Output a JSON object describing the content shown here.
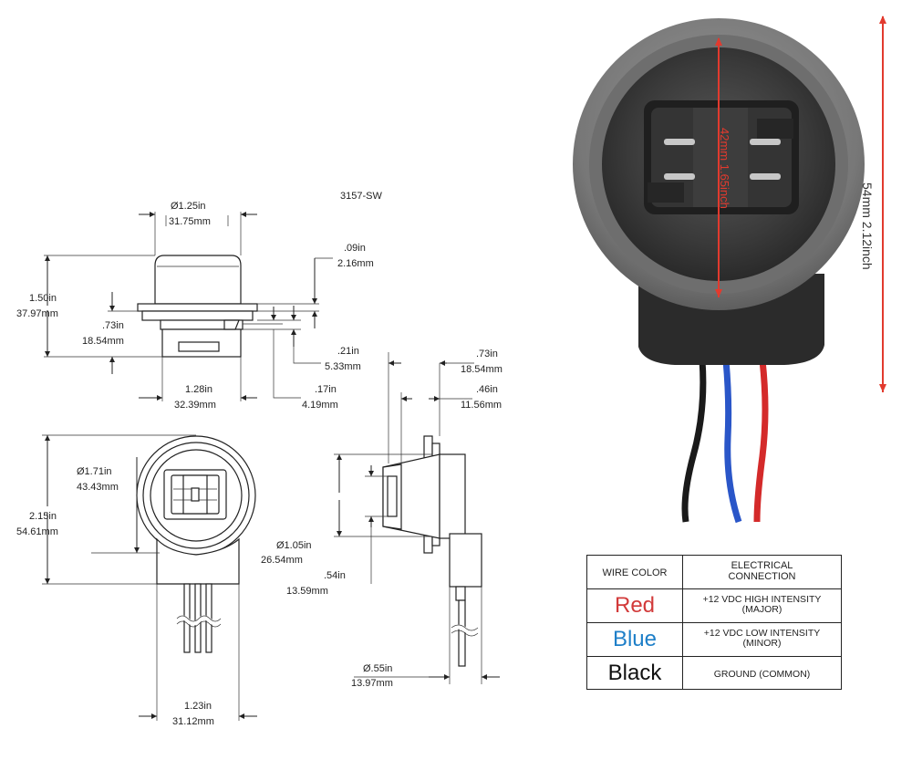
{
  "drawing": {
    "part_number": "3157-SW",
    "dims": {
      "d_125_in": "Ø1.25in",
      "d_125_mm": "31.75mm",
      "d_09_in": ".09in",
      "d_09_mm": "2.16mm",
      "d_150_in": "1.50in",
      "d_150_mm": "37.97mm",
      "d_73a_in": ".73in",
      "d_73a_mm": "18.54mm",
      "d_21_in": ".21in",
      "d_21_mm": "5.33mm",
      "d_128_in": "1.28in",
      "d_128_mm": "32.39mm",
      "d_17_in": ".17in",
      "d_17_mm": "4.19mm",
      "d_73b_in": ".73in",
      "d_73b_mm": "18.54mm",
      "d_46_in": ".46in",
      "d_46_mm": "11.56mm",
      "d_171_in": "Ø1.71in",
      "d_171_mm": "43.43mm",
      "d_215_in": "2.15in",
      "d_215_mm": "54.61mm",
      "d_105_in": "Ø1.05in",
      "d_105_mm": "26.54mm",
      "d_54_in": ".54in",
      "d_54_mm": "13.59mm",
      "d_55_in": "Ø.55in",
      "d_55_mm": "13.97mm",
      "d_123_in": "1.23in",
      "d_123_mm": "31.12mm"
    }
  },
  "photo": {
    "inner_label": "42mm 1.65inch",
    "outer_label": "54mm 2.12inch",
    "colors": {
      "arrow": "#e23a2e",
      "wire_black": "#1a1a1a",
      "wire_blue": "#2a56c8",
      "wire_red": "#d42a2a"
    }
  },
  "table": {
    "header_color": "WIRE COLOR",
    "header_connection": "ELECTRICAL CONNECTION",
    "rows": [
      {
        "color_name": "Red",
        "color_hex": "#d23a3a",
        "connection": "+12 VDC HIGH INTENSITY (MAJOR)"
      },
      {
        "color_name": "Blue",
        "color_hex": "#1e7fc8",
        "connection": "+12 VDC LOW INTENSITY (MINOR)"
      },
      {
        "color_name": "Black",
        "color_hex": "#111111",
        "connection": "GROUND (COMMON)"
      }
    ]
  }
}
